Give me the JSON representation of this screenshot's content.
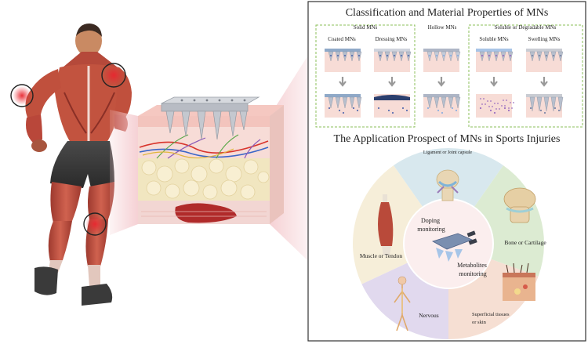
{
  "header": {
    "title": "Classification and Material Properties of MNs"
  },
  "groups": {
    "solid": "Solid MNs",
    "hollow": "Hollow MNs",
    "soluble": "Soluble or Degradable MNs"
  },
  "types": [
    {
      "label": "Coated MNs",
      "cap": "#8fa9c8",
      "dots": "#5b6fb0",
      "film": "none"
    },
    {
      "label": "Dressing MNs",
      "cap": "#cfd3dc",
      "dots": "#5b6fb0",
      "film": "#2b3f6e"
    },
    {
      "label": "Soluble MNs",
      "cap": "#a8c4e6",
      "dots": "#9a6fc0",
      "film": "none"
    },
    {
      "label": "Swelling MNs",
      "cap": "#c9ccd3",
      "dots": "#7d86a8",
      "film": "none"
    }
  ],
  "hollow_label": "Hollow MNs",
  "application": {
    "title": "The Application Prospect of MNs in Sports Injuries",
    "segments": [
      {
        "label": "Ligament or Joint capsule",
        "color": "#d8e8ee"
      },
      {
        "label": "Bone or  Cartilage",
        "color": "#dcebd2"
      },
      {
        "label": "Superficial tissues or skin",
        "color": "#f6dfd3"
      },
      {
        "label": "Nervous",
        "color": "#e1d9ee"
      },
      {
        "label": "Muscle or Tendon",
        "color": "#f6eed9"
      }
    ],
    "inner": {
      "doping": "Doping monitoring",
      "metabolites": "Metabolites monitoring"
    }
  },
  "colors": {
    "dashed_border": "#8bbf5a",
    "panel_border": "#333333",
    "muscle": "#b84a3c",
    "skin_pink": "#f7d8d3",
    "fat": "#f1e6c0",
    "blood": "#b02a2a"
  }
}
